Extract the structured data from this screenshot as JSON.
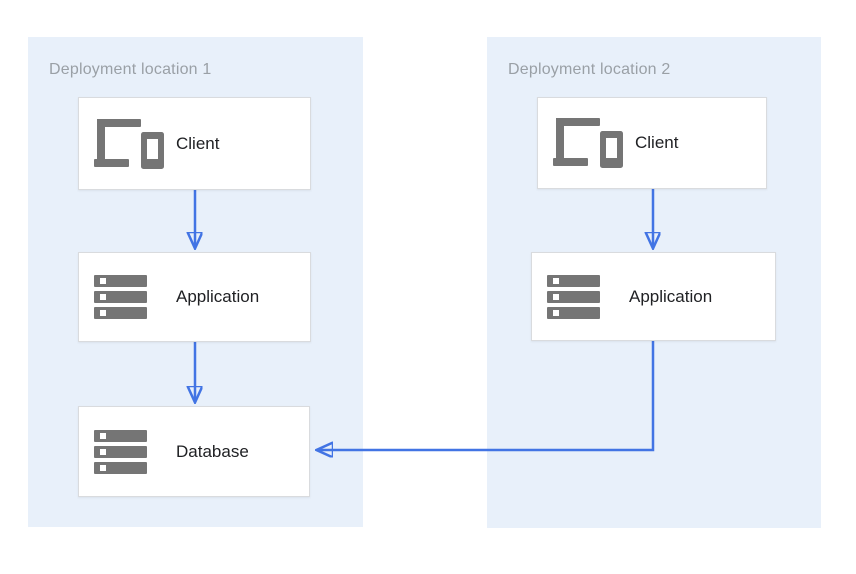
{
  "groups": [
    {
      "label": "Deployment location 1",
      "nodes": [
        {
          "id": "location1-client",
          "label": "Client",
          "icon": "devices-icon"
        },
        {
          "id": "location1-application",
          "label": "Application",
          "icon": "server-stack-icon"
        },
        {
          "id": "location1-database",
          "label": "Database",
          "icon": "server-stack-icon"
        }
      ]
    },
    {
      "label": "Deployment location 2",
      "nodes": [
        {
          "id": "location2-client",
          "label": "Client",
          "icon": "devices-icon"
        },
        {
          "id": "location2-application",
          "label": "Application",
          "icon": "server-stack-icon"
        }
      ]
    }
  ],
  "edges": [
    {
      "from": "location1-client",
      "to": "location1-application",
      "shape": "straight-down"
    },
    {
      "from": "location1-application",
      "to": "location1-database",
      "shape": "straight-down"
    },
    {
      "from": "location2-client",
      "to": "location2-application",
      "shape": "straight-down"
    },
    {
      "from": "location2-application",
      "to": "location1-database",
      "shape": "elbow-down-left"
    }
  ],
  "colors": {
    "background": "#FFFFFF",
    "group_fill": "#E8F0FA",
    "node_fill": "#FFFFFF",
    "node_border": "#D9DBDE",
    "node_label": "#202124",
    "group_label": "#9AA0A6",
    "icon_gray": "#757575",
    "arrow_blue": "#4274E4"
  }
}
